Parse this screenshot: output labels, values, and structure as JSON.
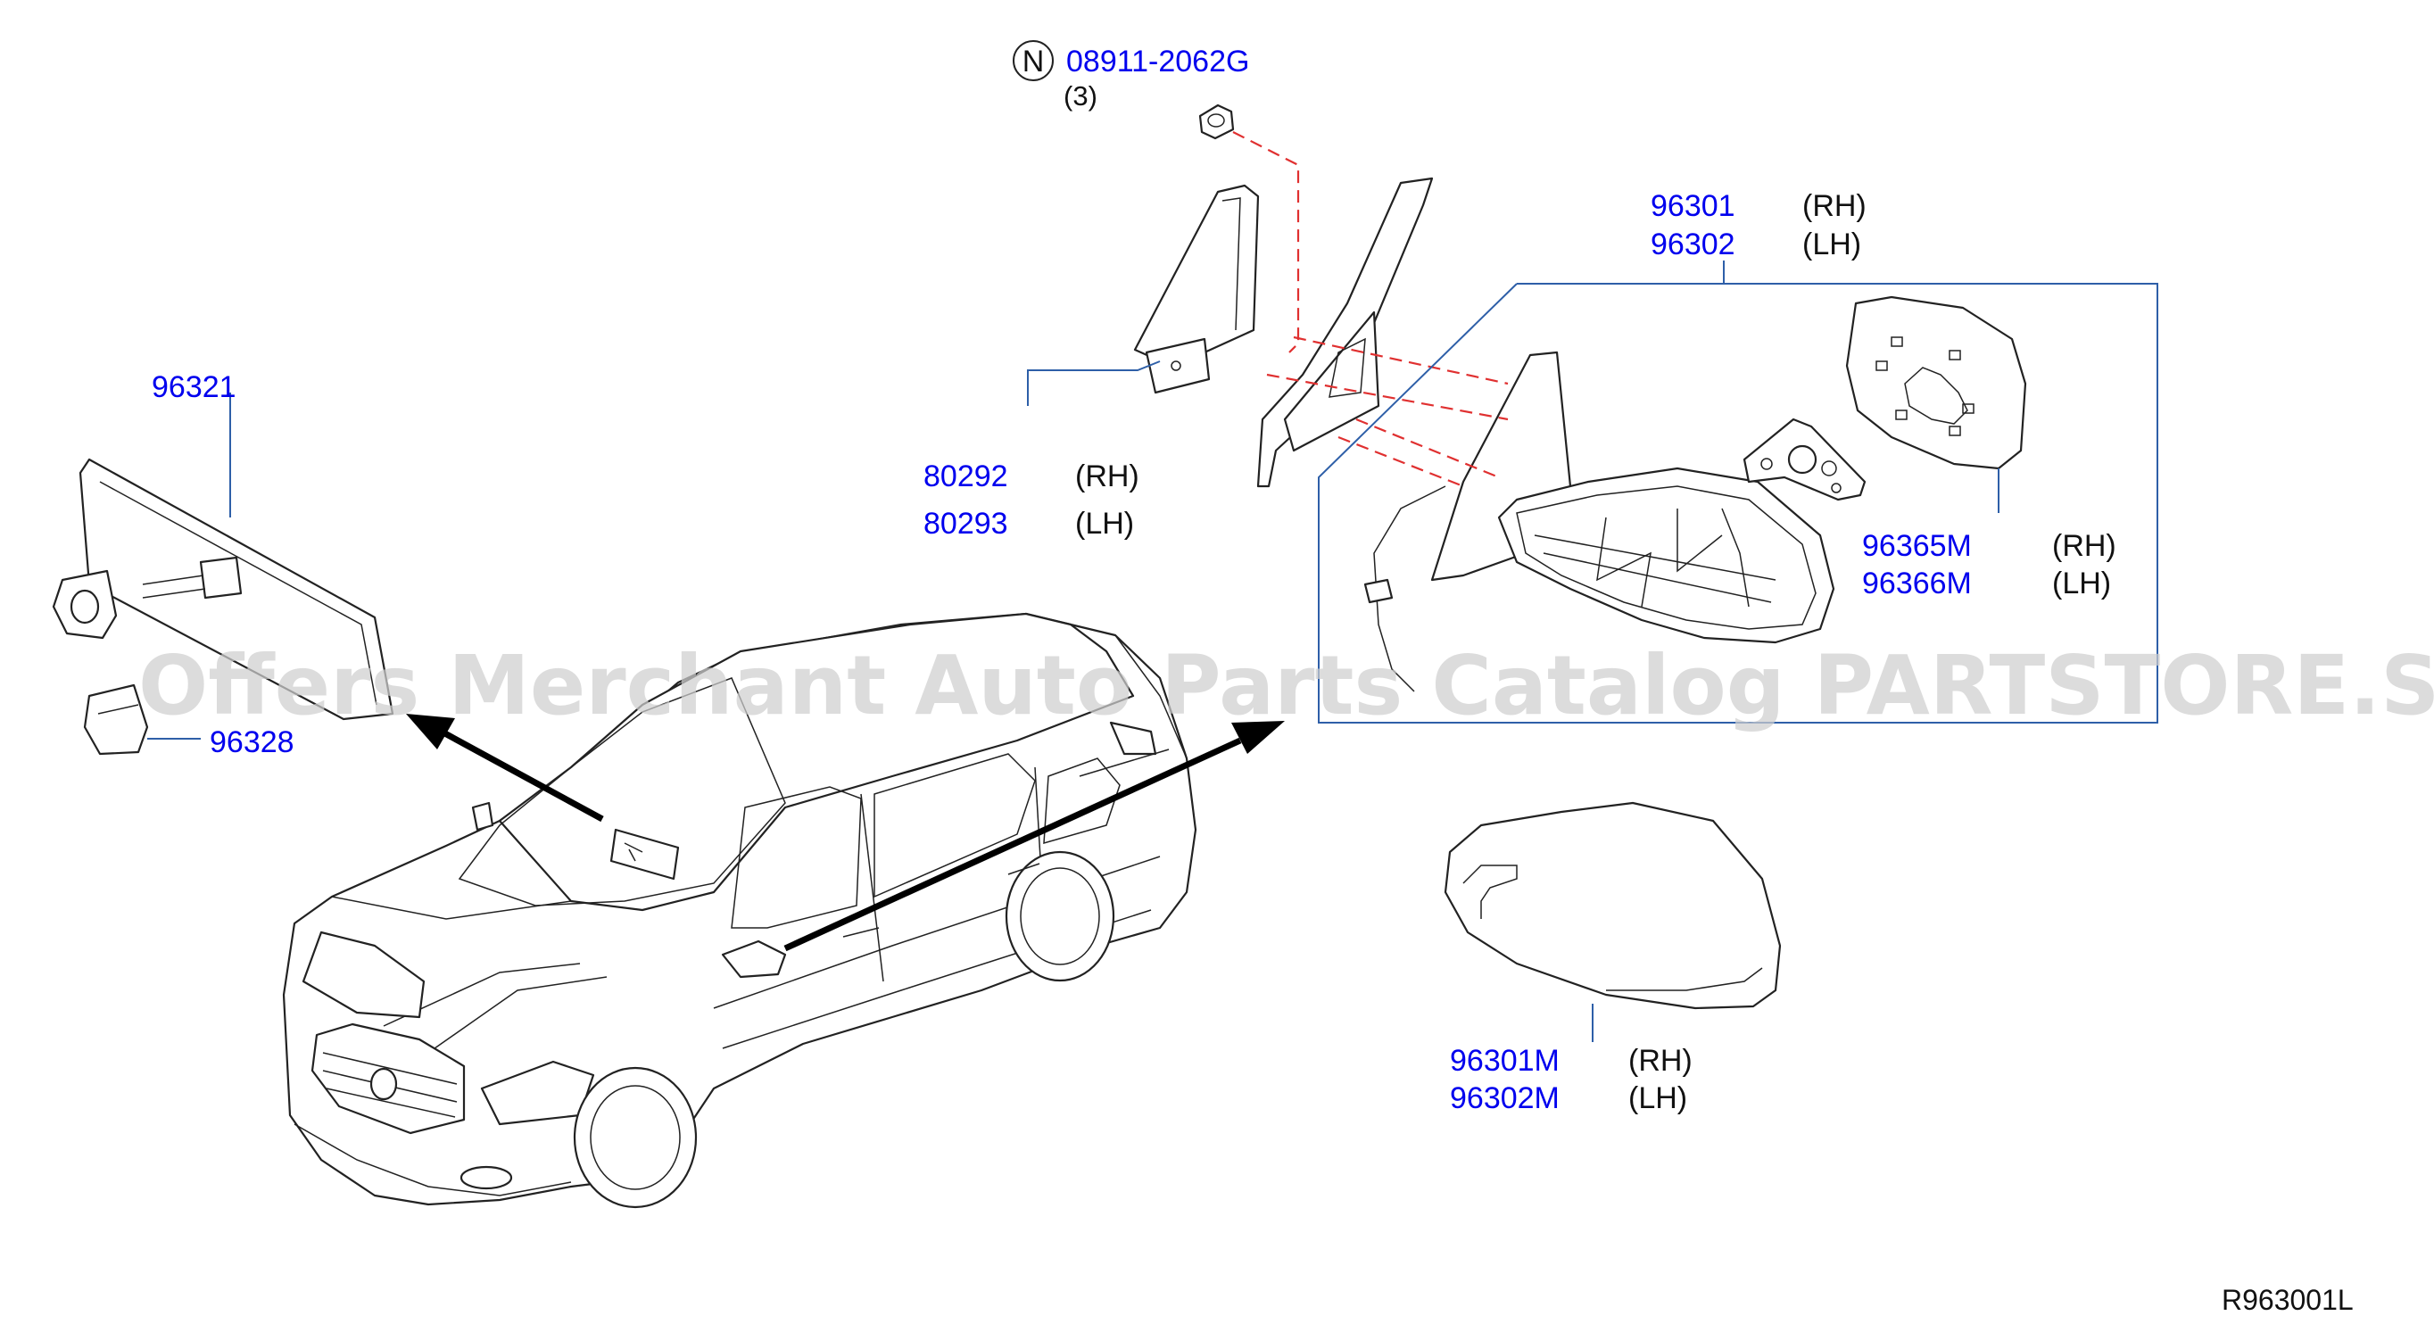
{
  "nut_callout": {
    "badge": "N",
    "part_number": "08911-2062G",
    "quantity": "(3)"
  },
  "parts": {
    "p96321": "96321",
    "p96328": "96328",
    "p80292": "80292",
    "p80293": "80293",
    "p96301": "96301",
    "p96302": "96302",
    "p96365M": "96365M",
    "p96366M": "96366M",
    "p96301M": "96301M",
    "p96302M": "96302M"
  },
  "sides": {
    "rh": "(RH)",
    "lh": "(LH)"
  },
  "watermark": "Offers Merchant Auto Parts Catalog PARTSTORE.SA",
  "diagram_code": "R963001L",
  "colors": {
    "part_link": "#0000ee",
    "leader_line": "#2e5fa8",
    "dashed_guide": "#e03030",
    "line_art": "#222222"
  }
}
